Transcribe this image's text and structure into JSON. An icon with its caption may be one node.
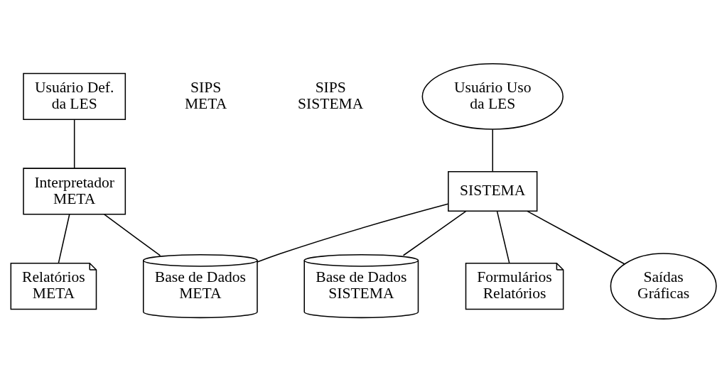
{
  "diagram": {
    "nodes": [
      {
        "text": [
          "Usuário Def. da LES"
        ]
      },
      {
        "text": [
          "Interpretador META"
        ]
      },
      {
        "text": [
          "Relatórios META"
        ]
      },
      {
        "text": [
          "Base de Dados META"
        ]
      },
      {
        "text": [
          "Usuário Uso da LES"
        ]
      },
      {
        "text": [
          "SISTEMA"
        ]
      },
      {
        "text": [
          "Base de Dados SISTEMA"
        ]
      },
      {
        "text": [
          "Formulários Relatórios"
        ]
      },
      {
        "text": [
          "Saídas Gráficas"
        ]
      }
    ],
    "edges": [
      {
        "from": 0,
        "to": 1,
        "arrow": "none"
      },
      {
        "from": 1,
        "to": 2,
        "arrow": "none"
      },
      {
        "from": 1,
        "to": 3,
        "arrow": "none"
      },
      {
        "from": 3,
        "to": 5,
        "arrow": "none"
      },
      {
        "from": 4,
        "to": 5,
        "arrow": "none"
      },
      {
        "from": 5,
        "to": 6,
        "arrow": "none"
      },
      {
        "from": 5,
        "to": 7,
        "arrow": "none"
      },
      {
        "from": 5,
        "to": 8,
        "arrow": "none"
      }
    ],
    "labels": [
      "SIPS META",
      "SIPS SISTEMA"
    ]
  }
}
